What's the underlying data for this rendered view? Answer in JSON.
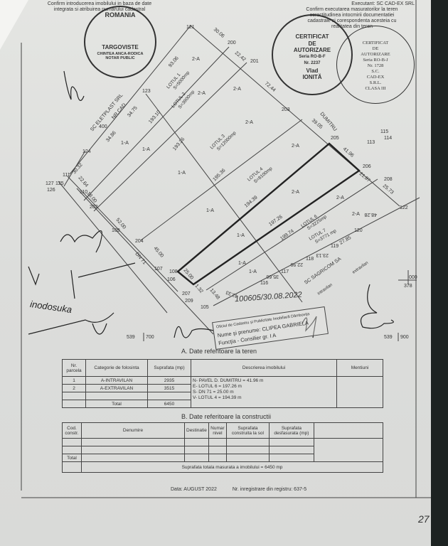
{
  "header": {
    "left_line1": "Confirm introducerea imobilului in baza de date",
    "left_line2": "integrata si atribuirea numarului cadastral",
    "executant": "Executant: SC CAD-EX SRL",
    "right_line1": "Confirm executarea masuratorilor la teren",
    "right_line2": "corectitudinea intocmirii documentatiei",
    "right_line3": "cadastrale si corespondenta acesteia cu",
    "right_line4": "realitatea din teren"
  },
  "stamps": {
    "notary": {
      "top": "ROMANIA",
      "city": "TARGOVISTE",
      "name": "CHINTEA ANCA-RODICA",
      "role": "NOTAR PUBLIC"
    },
    "cert1": {
      "l1": "CERTIFICAT",
      "l2": "DE",
      "l3": "AUTORIZARE",
      "l4": "Seria RO-B-F",
      "l5": "Nr. 2237",
      "l6": "Vlad",
      "l7": "IONITĂ"
    },
    "cert2": {
      "l1": "CERTIFICAT",
      "l2": "DE",
      "l3": "AUTORIZARE",
      "l4": "Seria RO-B-J",
      "l5": "Nr. 1728",
      "l6": "S.C.",
      "l7": "CAD-EX",
      "l8": "S.R.L.",
      "l9": "CLASA III"
    },
    "ocpi": {
      "l0": "100605/30.08.2022",
      "l1": "Oficiul de Cadastru și Publicitate Imobiliară Dâmbovița",
      "l2": "Nume şi prenume: CLIPEA GABRIELA",
      "l3": "Funcţia - Consilier gr. I A"
    }
  },
  "plan": {
    "points": [
      "121",
      "200",
      "201",
      "203",
      "205",
      "206",
      "208",
      "122",
      "123",
      "124",
      "111",
      "125",
      "127",
      "126",
      "110",
      "202",
      "109",
      "204",
      "107",
      "108",
      "106",
      "207",
      "209",
      "105",
      "116",
      "117",
      "118",
      "119",
      "120",
      "113",
      "114",
      "115",
      "400"
    ],
    "distances": [
      "30.06",
      "22.42",
      "72.44",
      "39.05",
      "41.96",
      "21.87",
      "25.73",
      "48.28",
      "93.06",
      "34.75",
      "34.86",
      "30.32",
      "22.64",
      "18.00",
      "52.00",
      "45.00",
      "25.00",
      "1.32",
      "13.48",
      "43.33",
      "193.10",
      "193.26",
      "195.36",
      "194.39",
      "197.26",
      "199.74",
      "27.85",
      "23.13",
      "22.99",
      "35.66"
    ],
    "lots": [
      {
        "name": "LOTUL 1",
        "area": "S=5000mp"
      },
      {
        "name": "LOTUL 2",
        "area": "S=3900mp"
      },
      {
        "name": "LOTUL 3",
        "area": "S=12000mp"
      },
      {
        "name": "LOTUL 4",
        "area": "S=8100mp"
      },
      {
        "name": "LOTUL 6",
        "area": "S=3225mp"
      },
      {
        "name": "LOTUL 7",
        "area": "S=3771 mp"
      }
    ],
    "zone_1a": "1-A",
    "zone_2a": "2-A",
    "neighbors": {
      "nw": "SC ELETPLAST SRL",
      "nw_cad": "NR.CAD.",
      "ne": "DUMITRU",
      "se": "SC SAGRICOM SA",
      "road": "DN 71",
      "extravilan": "extravilan",
      "intravilan": "intravilan"
    },
    "grid": {
      "left_a": "539",
      "left_b": "700",
      "right_a": "539",
      "right_b": "900",
      "corner_a": "000",
      "corner_b": "378"
    }
  },
  "section_a": {
    "title": "A. Date referitoare la teren",
    "headers": [
      "Nr. parcela",
      "Categorie de folosinta",
      "Suprafata (mp)",
      "Descrierea imobilului",
      "Mentiuni"
    ],
    "rows": [
      {
        "nr": "1",
        "cat": "A-INTRAVILAN",
        "area": "2935"
      },
      {
        "nr": "2",
        "cat": "A-EXTRAVILAN",
        "area": "3515"
      }
    ],
    "total_label": "Total",
    "total": "6450",
    "description": [
      "N- PAVEL D. DUMITRU = 41.96 m",
      "E- LOTUL 6 = 197.26 m",
      "S- DN 71 = 25.00 m",
      "V- LOTUL 4 = 194.39 m"
    ]
  },
  "section_b": {
    "title": "B. Date referitoare la constructii",
    "headers": [
      "Cod. constr.",
      "Denumire",
      "Destinatie",
      "Numar nivel",
      "Suprafata construita la sol",
      "Suprafata desfasurata (mp)"
    ],
    "total_label": "Total",
    "total_area": "Suprafata totala masurata a imobilului = 6450 mp"
  },
  "footer": {
    "date": "Data: AUGUST 2022",
    "register": "Nr. inregistrare din registru: 637-5"
  },
  "handwriting": {
    "note": "inodosuka",
    "page": "27"
  }
}
